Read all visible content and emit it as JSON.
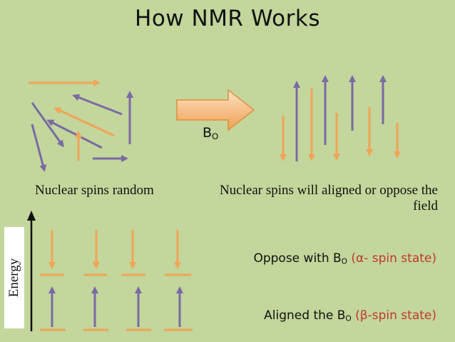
{
  "title": "How NMR  Works",
  "field_label": {
    "main": "B",
    "sub": "O"
  },
  "captions": {
    "left": "Nuclear spins random",
    "right_line1": "Nuclear spins will aligned or oppose the",
    "right_line2": "field"
  },
  "energy_label": "Energy",
  "states": {
    "oppose": {
      "prefix": "Oppose  with B",
      "sub": "O",
      "paren": "(α- spin state)"
    },
    "aligned": {
      "prefix": "Aligned the B",
      "sub": "O",
      "paren": "(β-spin state)"
    }
  },
  "colors": {
    "background": "#c3d69b",
    "orange_arrow": "#f1a457",
    "purple_arrow": "#7b6aa5",
    "state_text": "#c0392b"
  }
}
